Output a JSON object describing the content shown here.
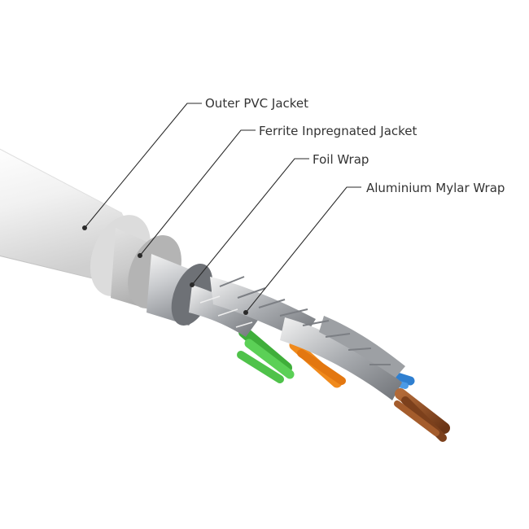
{
  "callouts": [
    {
      "id": "outer-pvc-jacket",
      "label": "Outer PVC Jacket"
    },
    {
      "id": "ferrite-jacket",
      "label": "Ferrite Inpregnated Jacket"
    },
    {
      "id": "foil-wrap",
      "label": "Foil Wrap"
    },
    {
      "id": "mylar-wrap",
      "label": "Aluminium Mylar Wrap"
    }
  ],
  "colors": {
    "outer_jacket": "#ececec",
    "ferrite_jacket": "#c8c8c8",
    "foil": "#b9bcc0",
    "pair_green": "#4fc24a",
    "pair_orange": "#f08a1c",
    "pair_blue": "#2f7fd0",
    "pair_brown": "#8a4a24",
    "leader_line": "#2a2a2a",
    "label_text": "#333333"
  }
}
